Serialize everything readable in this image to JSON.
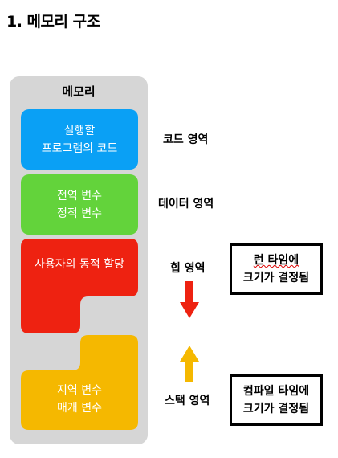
{
  "title": "1. 메모리 구조",
  "memory": {
    "label": "메모리",
    "code_block": [
      "실행할",
      "프로그램의 코드"
    ],
    "data_block": [
      "전역 변수",
      "정적 변수"
    ],
    "heap_block": "사용자의 동적 할당",
    "stack_block": [
      "지역 변수",
      "매개 변수"
    ]
  },
  "regions": {
    "code": "코드 영역",
    "data": "데이터 영역",
    "heap": "힙 영역",
    "stack": "스택 영역"
  },
  "notes": {
    "runtime": [
      "런 타임에",
      "크기가 결정됨"
    ],
    "compile": [
      "컴파일 타임에",
      "크기가 결정됨"
    ]
  },
  "colors": {
    "code": "#0aa0f5",
    "data": "#63d33b",
    "heap": "#ee2211",
    "stack": "#f5b800",
    "panel": "#d6d6d6",
    "arrow_down": "#ee2211",
    "arrow_up": "#f5b800"
  },
  "icons": {
    "heap_growth": "arrow-down-icon",
    "stack_growth": "arrow-up-icon"
  }
}
